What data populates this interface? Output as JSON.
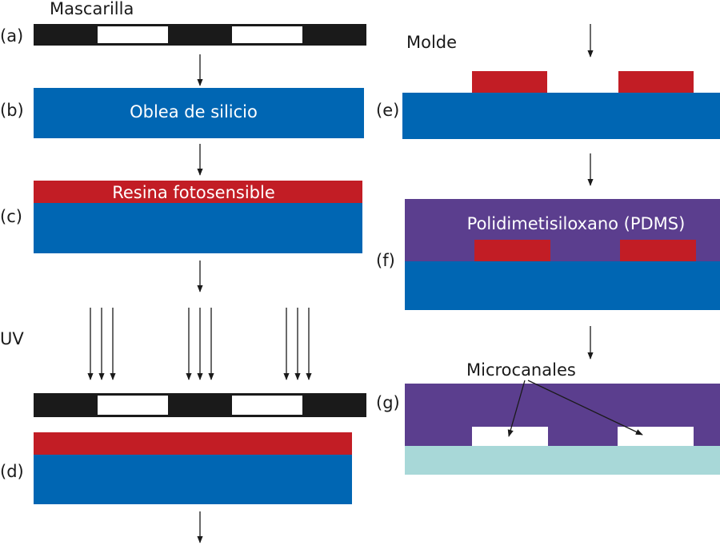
{
  "colors": {
    "mask": "#1a1a1a",
    "silicon": "#0066b3",
    "resist": "#c21d25",
    "pdms": "#5b3e8e",
    "substrate": "#a8d8d8",
    "channel": "#ffffff"
  },
  "steps": {
    "a": "(a)",
    "b": "(b)",
    "c": "(c)",
    "d": "(d)",
    "e": "(e)",
    "f": "(f)",
    "g": "(g)"
  },
  "labels": {
    "mask": "Mascarilla",
    "wafer": "Oblea de silicio",
    "resist": "Resina fotosensible",
    "uv": "UV",
    "mold": "Molde",
    "pdms": "Polidimetisiloxano (PDMS)",
    "microchannels": "Microcanales"
  }
}
